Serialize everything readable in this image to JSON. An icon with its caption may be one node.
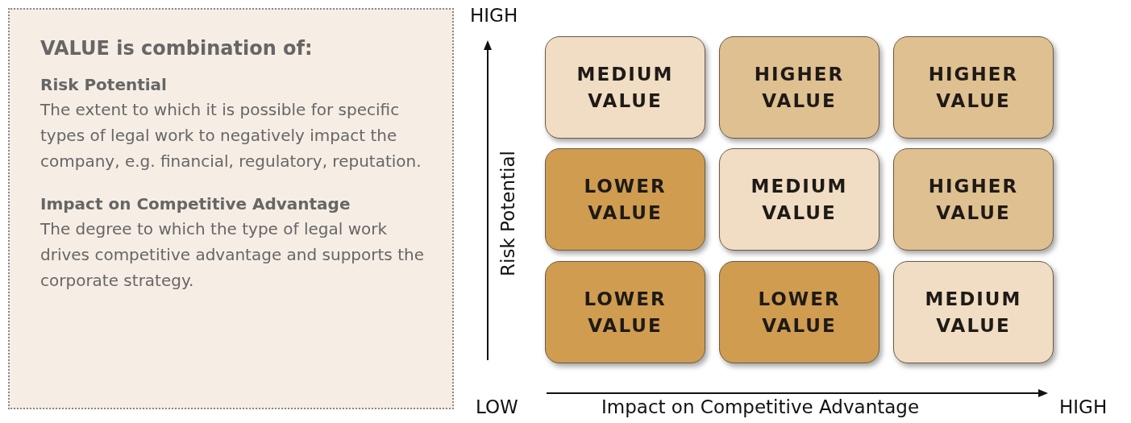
{
  "diagram": {
    "nodes": [
      {
        "text": [
          "VALUE is combination of:",
          "Risk Potential",
          "The extent to which it is possible for specific types of legal work to negatively impact the company, e.g. financial, regulatory, reputation.",
          "Impact on Competitive Advantage",
          "The degree to which the type of legal work drives competitive advantage and supports the corporate strategy."
        ]
      },
      {
        "text": [
          "MEDIUM VALUE"
        ]
      },
      {
        "text": [
          "HIGHER VALUE"
        ]
      },
      {
        "text": [
          "HIGHER VALUE"
        ]
      },
      {
        "text": [
          "LOWER VALUE"
        ]
      },
      {
        "text": [
          "MEDIUM VALUE"
        ]
      },
      {
        "text": [
          "HIGHER VALUE"
        ]
      },
      {
        "text": [
          "LOWER VALUE"
        ]
      },
      {
        "text": [
          "LOWER VALUE"
        ]
      },
      {
        "text": [
          "MEDIUM VALUE"
        ]
      }
    ],
    "labels": [
      "HIGH",
      "Risk Potential",
      "LOW",
      "Impact on Competitive Advantage",
      "HIGH"
    ]
  }
}
